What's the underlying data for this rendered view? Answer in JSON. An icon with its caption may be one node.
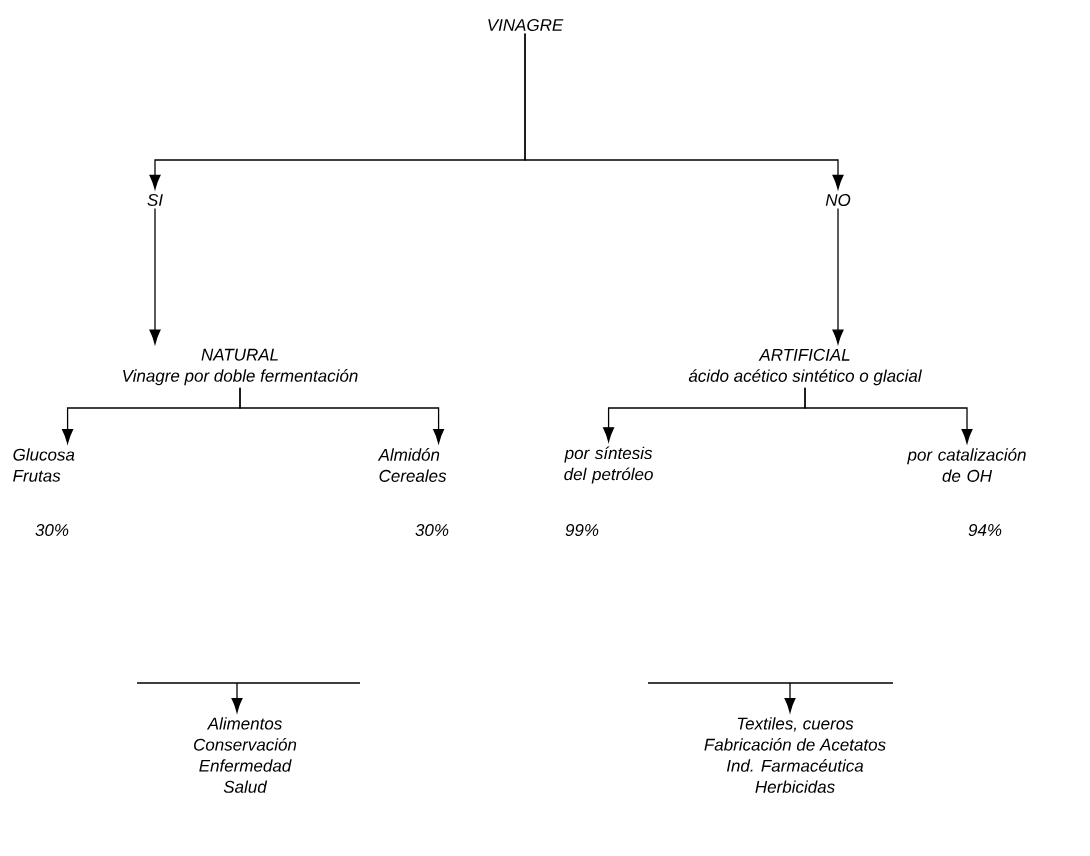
{
  "diagram": {
    "nodes": [
      {
        "text": [
          "VINAGRE"
        ]
      },
      {
        "text": [
          "SI"
        ]
      },
      {
        "text": [
          "NO"
        ]
      },
      {
        "text": [
          "NATURAL",
          "Vinagre por doble fermentación"
        ]
      },
      {
        "text": [
          "ARTIFICIAL",
          "ácido acético sintético o glacial"
        ]
      },
      {
        "text": [
          "Glucosa Frutas"
        ],
        "beside": [
          "30%"
        ]
      },
      {
        "text": [
          "Almidón Cereales"
        ],
        "beside": [
          "30%"
        ]
      },
      {
        "text": [
          "por síntesis del petróleo"
        ],
        "beside": [
          "99%"
        ]
      },
      {
        "text": [
          "por catalización de OH"
        ],
        "beside": [
          "94%"
        ]
      },
      {
        "text": [
          "Alimentos",
          "Conservación",
          "Enfermedad",
          "Salud"
        ]
      },
      {
        "text": [
          "Textiles, cueros",
          "Fabricación de Acetatos",
          "Ind. Farmacéutica",
          "Herbicidas"
        ]
      }
    ],
    "edges": [
      {
        "from": 0,
        "to": 1,
        "arrow": "to"
      },
      {
        "from": 0,
        "to": 2,
        "arrow": "to"
      },
      {
        "from": 1,
        "to": 3,
        "arrow": "to"
      },
      {
        "from": 2,
        "to": 4,
        "arrow": "to"
      },
      {
        "from": 3,
        "to": 5,
        "arrow": "to"
      },
      {
        "from": 3,
        "to": 6,
        "arrow": "to"
      },
      {
        "from": 4,
        "to": 7,
        "arrow": "to"
      },
      {
        "from": 4,
        "to": 8,
        "arrow": "to"
      },
      {
        "from": null,
        "to": 9,
        "arrow": "to"
      },
      {
        "from": null,
        "to": 10,
        "arrow": "to"
      }
    ]
  }
}
